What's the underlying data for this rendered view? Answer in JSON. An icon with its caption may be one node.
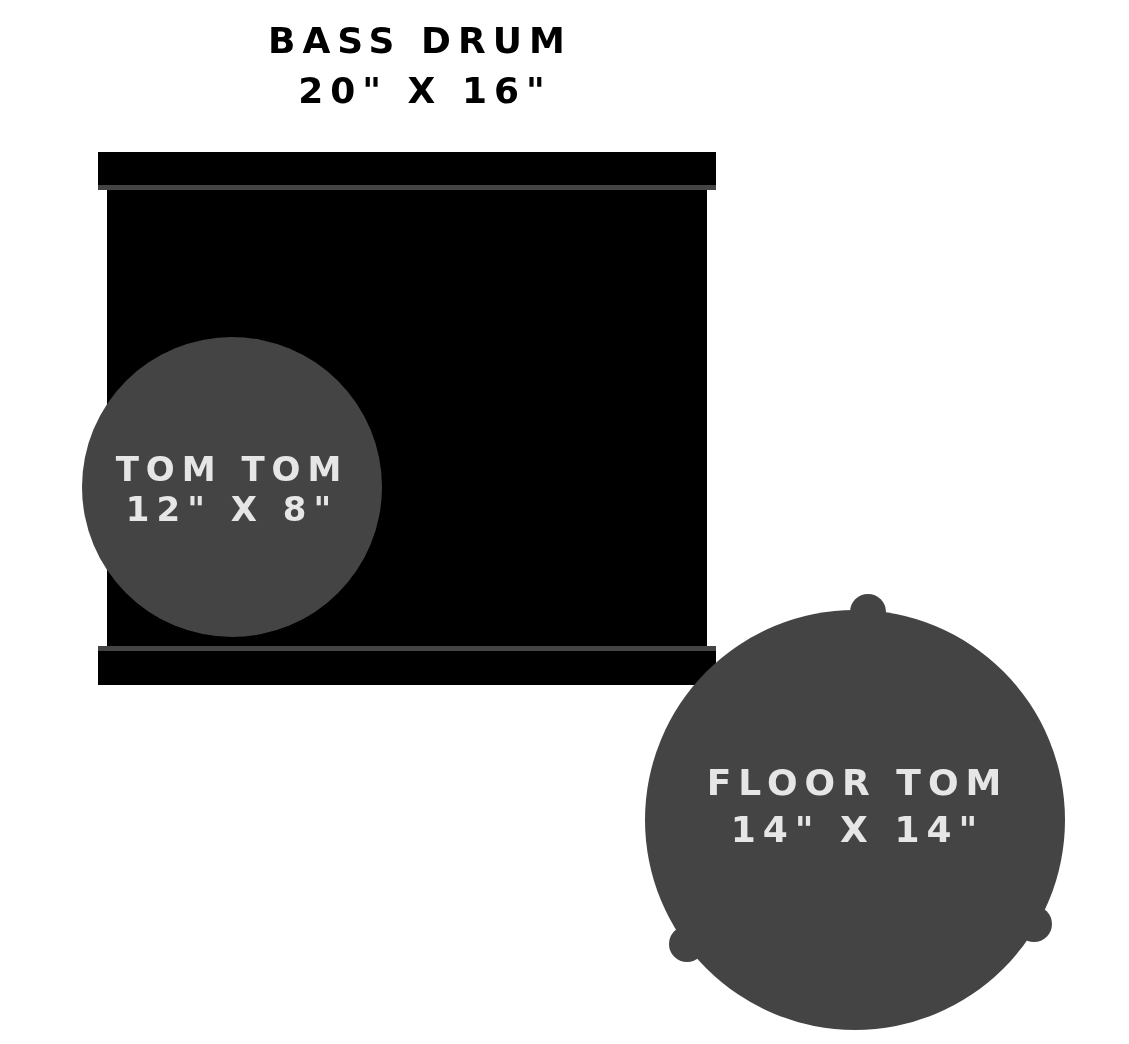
{
  "diagram": {
    "nodes": [
      {
        "text": [
          "BASS DRUM",
          "20\" X 16\""
        ]
      },
      {
        "text": [
          "TOM TOM",
          "12\" X 8\""
        ]
      },
      {
        "text": [
          "FLOOR TOM",
          "14\" X 14\""
        ]
      }
    ],
    "edges": []
  }
}
